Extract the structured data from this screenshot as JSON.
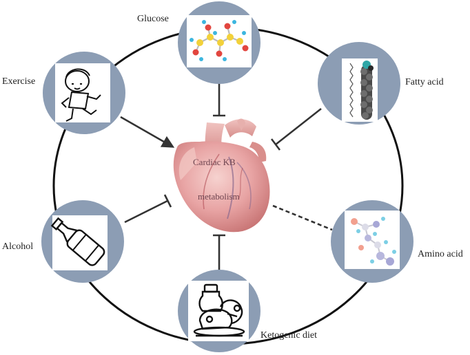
{
  "heart": {
    "label_line1": "Cardiac KB",
    "label_line2": "metabolism"
  },
  "factors": {
    "glucose": {
      "label": "Glucose",
      "effect": "inhibits",
      "icon": "glucose-molecule-icon"
    },
    "fatty_acid": {
      "label": "Fatty acid",
      "effect": "inhibits",
      "icon": "fatty-acid-molecule-icon"
    },
    "exercise": {
      "label": "Exercise",
      "effect": "promotes",
      "icon": "running-child-icon"
    },
    "alcohol": {
      "label": "Alcohol",
      "effect": "inhibits",
      "icon": "bottle-icon"
    },
    "amino_acid": {
      "label": "Amino acid",
      "effect": "unclear",
      "icon": "amino-acid-molecule-icon"
    },
    "ketogenic_diet": {
      "label": "Ketogenic diet",
      "effect": "inhibits",
      "icon": "food-jar-meat-icon"
    }
  },
  "colors": {
    "node_fill": "#8c9db4",
    "panel_fill": "#ffffff",
    "ring": "#111111",
    "connector": "#333333",
    "heart_main": "#e8a4a4",
    "heart_dark": "#c97676"
  }
}
